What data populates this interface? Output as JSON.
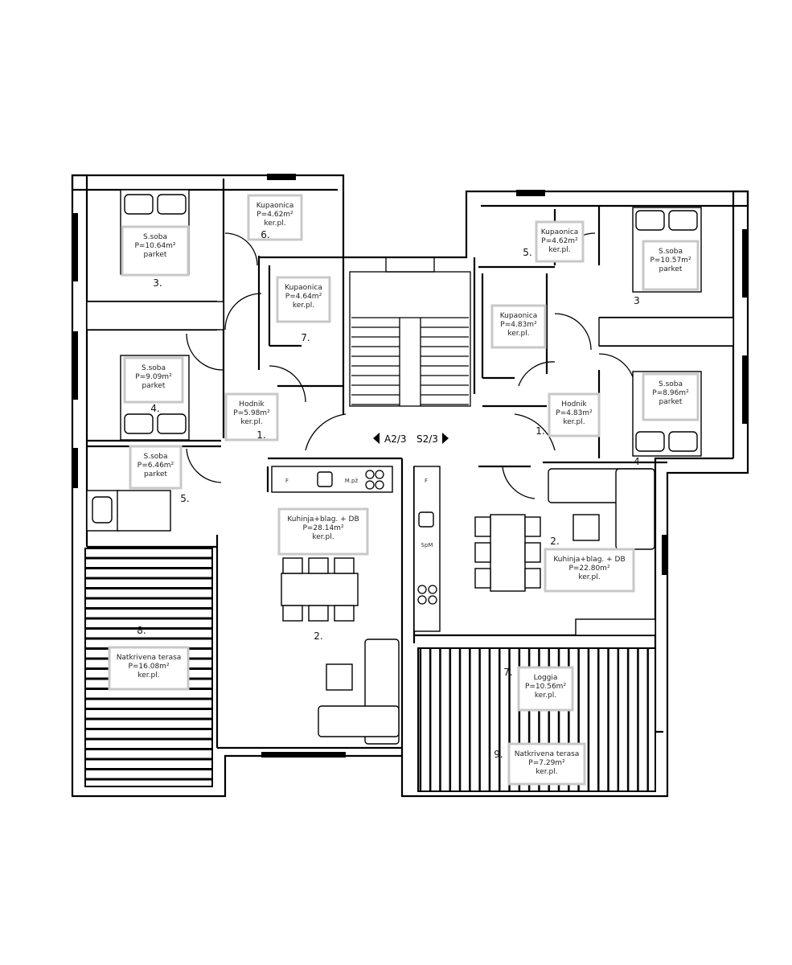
{
  "plan": {
    "left_unit_rooms": [
      {
        "name": "S.soba",
        "area": "P=10.64m²",
        "floor": "parket",
        "number": "3."
      },
      {
        "name": "Kupaonica",
        "area": "P=4.62m²",
        "floor": "ker.pl.",
        "number": "6."
      },
      {
        "name": "Kupaonica",
        "area": "P=4.64m²",
        "floor": "ker.pl.",
        "number": "7."
      },
      {
        "name": "S.soba",
        "area": "P=9.09m²",
        "floor": "parket",
        "number": "4."
      },
      {
        "name": "Hodnik",
        "area": "P=5.98m²",
        "floor": "ker.pl.",
        "number": "1."
      },
      {
        "name": "S.soba",
        "area": "P=6.46m²",
        "floor": "parket",
        "number": "5."
      },
      {
        "name": "Kuhinja+blag.  +  DB",
        "area": "P=28.14m²",
        "floor": "ker.pl.",
        "number": "2."
      },
      {
        "name": "Natkrivena terasa",
        "area": "P=16.08m²",
        "floor": "ker.pl.",
        "number": "8."
      }
    ],
    "right_unit_rooms": [
      {
        "name": "Kupaonica",
        "area": "P=4.62m²",
        "floor": "ker.pl.",
        "number": "5."
      },
      {
        "name": "S.soba",
        "area": "P=10.57m²",
        "floor": "parket",
        "number": "3"
      },
      {
        "name": "Kupaonica",
        "area": "P=4.83m²",
        "floor": "ker.pl.",
        "number": ""
      },
      {
        "name": "Hodnik",
        "area": "P=4.83m²",
        "floor": "ker.pl.",
        "number": "1."
      },
      {
        "name": "S.soba",
        "area": "P=8.96m²",
        "floor": "parket",
        "number": "4"
      },
      {
        "name": "Kuhinja+blag.  +  DB",
        "area": "P=22.80m²",
        "floor": "ker.pl.",
        "number": "2."
      },
      {
        "name": "Loggia",
        "area": "P=10.56m²",
        "floor": "ker.pl.",
        "number": "7."
      },
      {
        "name": "Natkrivena terasa",
        "area": "P=7.29m²",
        "floor": "ker.pl.",
        "number": "9."
      }
    ],
    "stair_labels": {
      "left": "A2/3",
      "right": "S2/3"
    },
    "appliances": {
      "fridge": "F",
      "dishwasher": "M.pž",
      "washer": "SpM"
    },
    "colors": {
      "walls": "#000000",
      "label_frame": "#c8c8c8"
    }
  }
}
